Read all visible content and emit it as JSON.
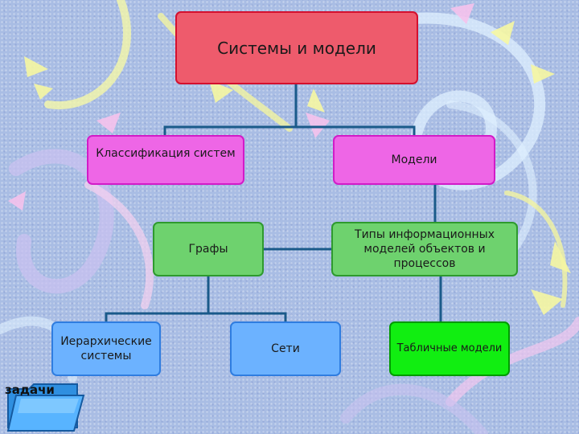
{
  "diagram": {
    "root": "Системы и модели",
    "classification": "Классификация систем",
    "models": "Модели",
    "graphs": "Графы",
    "model_types": "Типы информационных моделей объектов и процессов",
    "hierarchical": "Иерархические системы",
    "networks": "Сети",
    "tabular": "Табличные модели"
  },
  "tasks_button": {
    "label": "задачи",
    "icon": "folder-icon"
  },
  "colors": {
    "background": "#a9bde4",
    "root_fill": "#ee5b6c",
    "level1_fill": "#ee66e6",
    "level2_fill": "#6ed26e",
    "level3_fill": "#6cb2ff",
    "tabular_fill": "#11ee11",
    "connector": "#1a5a8a"
  }
}
